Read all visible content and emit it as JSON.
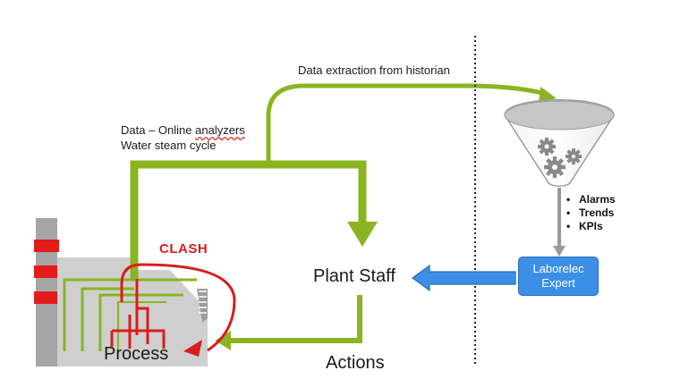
{
  "labels": {
    "extraction": "Data extraction from historian",
    "online_line1": "Data – Online",
    "online_line2": "analyzers",
    "online_line3": "Water steam cycle",
    "plant_staff": "Plant Staff",
    "actions": "Actions",
    "process": "Process",
    "clash": "CLASH"
  },
  "expert": {
    "line1": "Laborelec",
    "line2": "Expert"
  },
  "outputs": [
    "Alarms",
    "Trends",
    "KPIs"
  ],
  "colors": {
    "green": "#8ab520",
    "red": "#d81e1e",
    "blue": "#3c8fe6",
    "grey": "#9a9a9a"
  }
}
